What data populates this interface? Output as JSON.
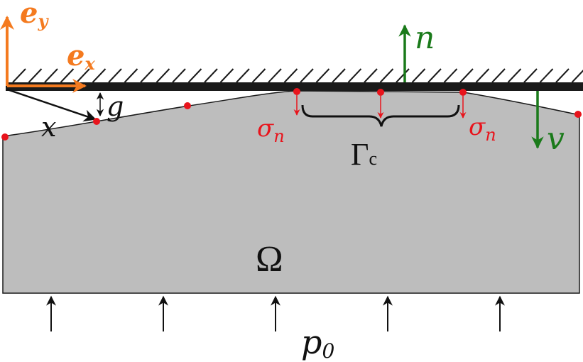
{
  "labels": {
    "ey": "e",
    "ey_sub": "y",
    "ex": "e",
    "ex_sub": "x",
    "n": "n",
    "v": "v",
    "g": "g",
    "x": "x",
    "sigma_left": "σ",
    "sigma_left_sub": "n",
    "sigma_right": "σ",
    "sigma_right_sub": "n",
    "gamma": "Γ",
    "gamma_sub": "c",
    "omega": "Ω",
    "p": "p",
    "p_sub": "0"
  },
  "colors": {
    "body_fill": "#bdbdbd",
    "outline": "#1a1a1a",
    "plate": "#1a1a1a",
    "basis": "#f47a1f",
    "normal": "#1a7a1a",
    "contact": "#e8141c",
    "text": "#111111"
  }
}
